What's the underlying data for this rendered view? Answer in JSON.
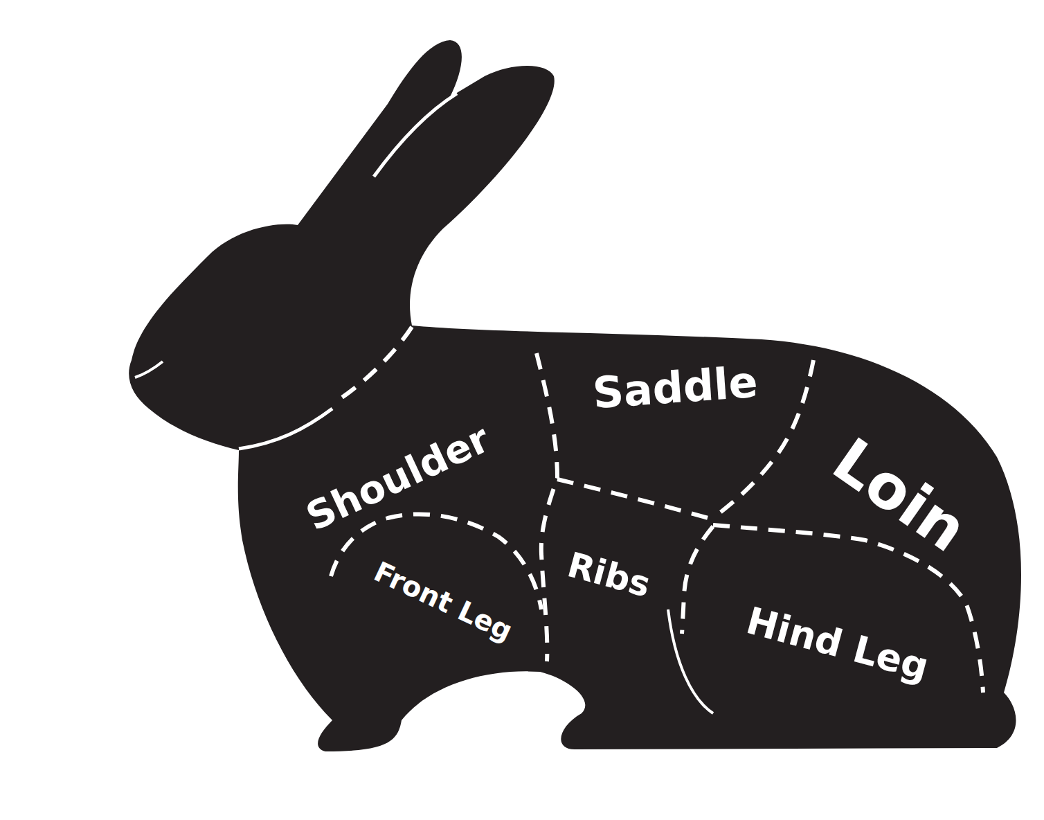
{
  "diagram": {
    "labels": [
      "Saddle",
      "Shoulder",
      "Loin",
      "Ribs",
      "Front Leg",
      "Hind Leg"
    ]
  }
}
